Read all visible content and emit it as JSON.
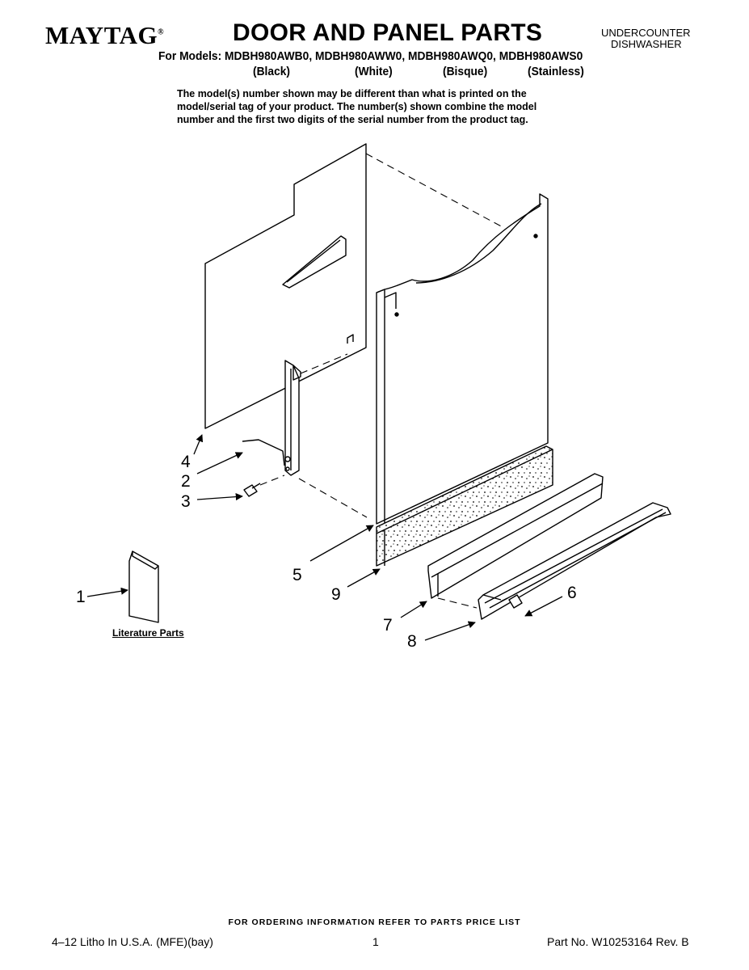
{
  "header": {
    "brand": "MAYTAG",
    "brand_mark": "®",
    "title": "DOOR AND PANEL PARTS",
    "product_line1": "UNDERCOUNTER",
    "product_line2": "DISHWASHER",
    "models": "For Models: MDBH980AWB0, MDBH980AWW0, MDBH980AWQ0, MDBH980AWS0",
    "variants": [
      "(Black)",
      "(White)",
      "(Bisque)",
      "(Stainless)"
    ],
    "note_lines": [
      "The model(s) number shown may be different than what is printed on the",
      "model/serial tag of your product. The number(s) shown combine the model",
      "number and the first two digits of the serial number from the product tag."
    ]
  },
  "diagram": {
    "callouts": [
      "1",
      "2",
      "3",
      "4",
      "5",
      "6",
      "7",
      "8",
      "9"
    ],
    "literature_label": "Literature Parts"
  },
  "footer": {
    "ordering": "FOR ORDERING INFORMATION REFER TO PARTS PRICE LIST",
    "litho": "4–12 Litho In U.S.A. (MFE)(bay)",
    "page": "1",
    "part_no": "Part No. W10253164 Rev. B"
  }
}
